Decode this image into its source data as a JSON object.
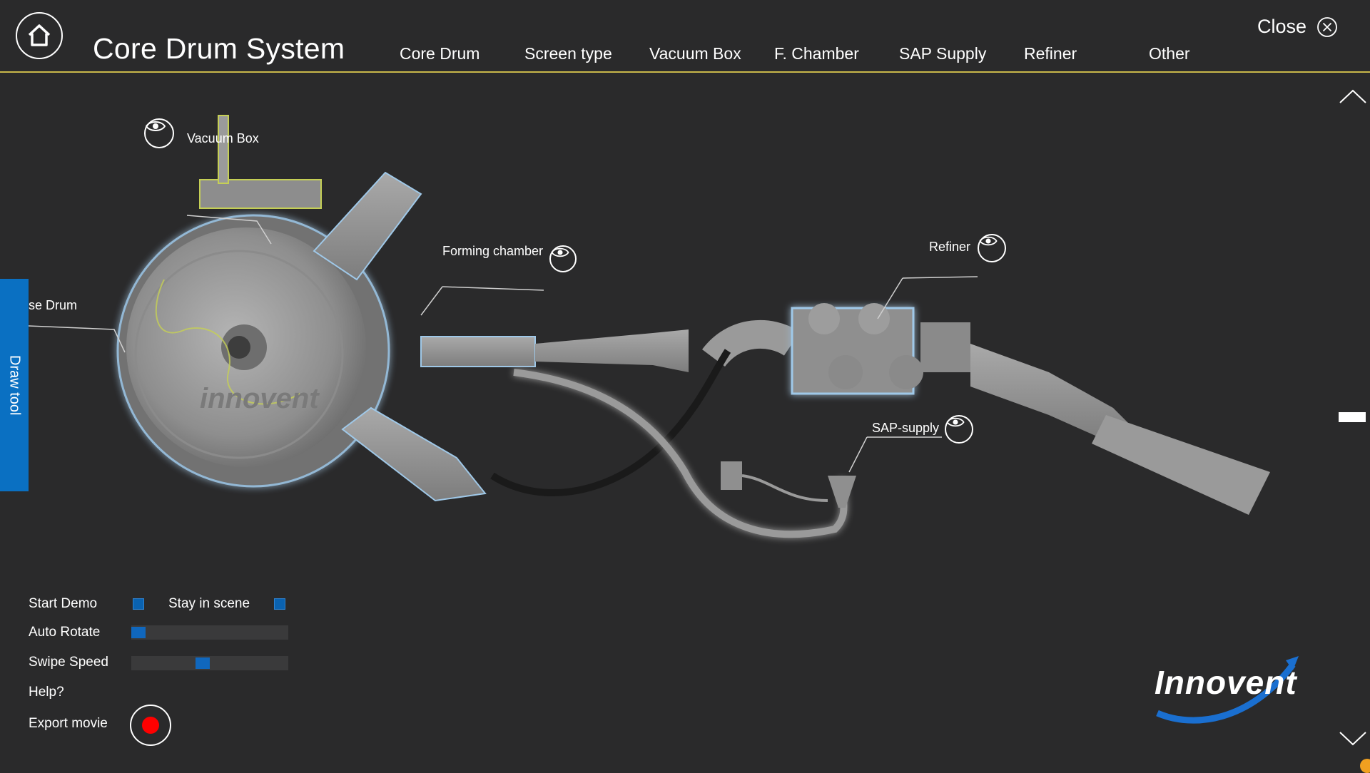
{
  "app": {
    "title": "Core Drum System"
  },
  "nav": {
    "items": [
      {
        "label": "Core Drum"
      },
      {
        "label": "Screen type"
      },
      {
        "label": "Vacuum Box"
      },
      {
        "label": "F. Chamber"
      },
      {
        "label": "SAP Supply"
      },
      {
        "label": "Refiner"
      },
      {
        "label": "Other"
      }
    ]
  },
  "header": {
    "close_label": "Close",
    "home_icon": "home-icon",
    "close_icon": "close-circle-icon"
  },
  "scene": {
    "labels": {
      "vacuum_box": "Vacuum Box",
      "forming_chamber": "Forming chamber",
      "refiner": "Refiner",
      "sap_supply": "SAP-supply",
      "core_drum_partial": "se Drum"
    },
    "drum_logo_text": "innovent"
  },
  "draw_tool": {
    "label": "Draw tool"
  },
  "controls": {
    "start_demo": "Start Demo",
    "stay_in_scene": "Stay in scene",
    "auto_rotate": "Auto Rotate",
    "swipe_speed": "Swipe Speed",
    "help": "Help?",
    "export_movie": "Export movie",
    "auto_rotate_value": 0.0,
    "swipe_speed_value": 0.45
  },
  "brand": {
    "logo_text": "Innovent"
  },
  "colors": {
    "background": "#2a2a2b",
    "accent_blue": "#0a70c2",
    "header_rule": "#c9b84a",
    "record_red": "#ff0000"
  }
}
